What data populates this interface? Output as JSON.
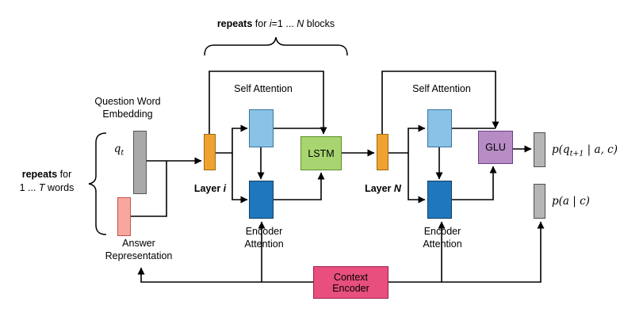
{
  "colors": {
    "gray_fill": "#a9a9a9",
    "gray_stroke": "#555555",
    "salmon_fill": "#f7a79d",
    "salmon_stroke": "#c4564a",
    "orange_fill": "#f0a231",
    "orange_stroke": "#9c6a10",
    "lightblue_fill": "#8ac2e6",
    "lightblue_stroke": "#39749f",
    "blue_fill": "#1f77bd",
    "blue_stroke": "#123e63",
    "green_fill": "#a8d56f",
    "green_stroke": "#5d8f2c",
    "purple_fill": "#b78cc4",
    "purple_stroke": "#693f85",
    "pink_fill": "#e84f7d",
    "pink_stroke": "#9e2050",
    "outgray_fill": "#b5b5b5",
    "outgray_stroke": "#4f4f4f",
    "line": "#000000"
  },
  "braces": {
    "top_label": {
      "bold": "repeats",
      "pre": " for ",
      "var1": "i",
      "mid": "=1 ... ",
      "var2": "N",
      "post": " blocks"
    },
    "left_label": {
      "bold": "repeats",
      "rest": " for",
      "pre2": "1 ... ",
      "var": "T",
      "post2": " words"
    }
  },
  "nodes": {
    "question_embedding": {
      "line1": "Question Word",
      "line2": "Embedding"
    },
    "qt": {
      "base": "q",
      "sub": "t"
    },
    "answer_representation": {
      "line1": "Answer",
      "line2": "Representation"
    },
    "layer_i": {
      "word": "Layer ",
      "sub": "i"
    },
    "layer_n": {
      "word": "Layer ",
      "sub": "N"
    },
    "self_attention": "Self Attention",
    "encoder_attention": {
      "line1": "Encoder",
      "line2": "Attention"
    },
    "lstm": "LSTM",
    "glu": "GLU",
    "context_encoder": {
      "line1": "Context",
      "line2": "Encoder"
    }
  },
  "outputs": {
    "next_word": {
      "pre": "p(q",
      "sub": "t+1",
      "post": " | a, c)"
    },
    "answer": "p(a | c)"
  }
}
